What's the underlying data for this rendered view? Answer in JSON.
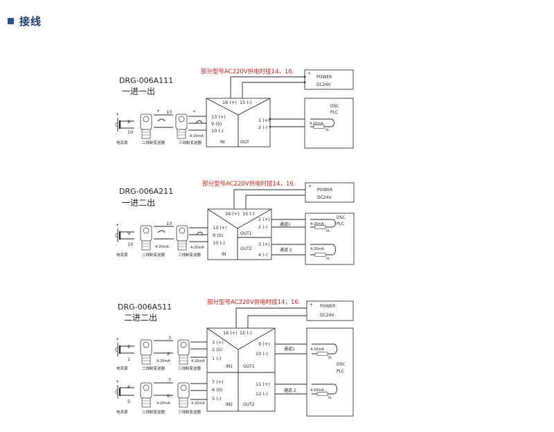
{
  "page": {
    "title": "接线"
  },
  "note": "部分型号AC220V供电时接14，16.",
  "power": {
    "label1": "POWER",
    "label2": "DC24V",
    "plus": "+",
    "minus": "_"
  },
  "plc": {
    "line1": "DSC",
    "line2": "PLC",
    "ma": "4-20mA",
    "rl": "RL"
  },
  "field": {
    "current_source": "电流源",
    "two_wire": "二线制变送器",
    "three_wire": "三线制变送器",
    "ma": "4-20mA",
    "plus": "+",
    "minus": "-"
  },
  "box": {
    "in": "IN",
    "out": "OUT",
    "in1": "IN1",
    "in2": "IN2",
    "out1": "OUT1",
    "out2": "OUT2"
  },
  "channels": {
    "ch1": "通道1",
    "ch2": "通道 2"
  },
  "diagrams": [
    {
      "model": "DRG-006A111",
      "subtitle": "一进一出",
      "top_terms": [
        "16 (+)",
        "15 (-)"
      ],
      "in_terms": [
        "13 (+)",
        "9 (S)",
        "10 (-)"
      ],
      "out_terms": [
        "1 (+)",
        "2 (-)"
      ],
      "src_pins": [
        "9",
        "10"
      ],
      "two_wire_pin": "13"
    },
    {
      "model": "DRG-006A211",
      "subtitle": "一进二出",
      "top_terms": [
        "16 (+)",
        "15 (-)"
      ],
      "in_terms": [
        "13 (+)",
        "9 (S)",
        "10 (-)"
      ],
      "out_terms": [
        "1 (+)",
        "2 (-)",
        "3 (+)",
        "4 (-)"
      ],
      "src_pins": [
        "9",
        "10"
      ],
      "two_wire_pin": "13"
    },
    {
      "model": "DRG-006A511",
      "subtitle": "二进二出",
      "top_terms": [
        "16 (+)",
        "15 (-)"
      ],
      "in_terms": [
        "3 (+)",
        "2 (S)",
        "1 (-)",
        "7 (+)",
        "6 (S)",
        "5 (-)"
      ],
      "out_terms": [
        "9 (+)",
        "10 (-)",
        "11 (+)",
        "12 (-)"
      ],
      "src_pins": [
        "2",
        "1",
        "6",
        "5"
      ],
      "two_wire_pins": [
        "3",
        "2",
        "7",
        "6"
      ]
    }
  ]
}
